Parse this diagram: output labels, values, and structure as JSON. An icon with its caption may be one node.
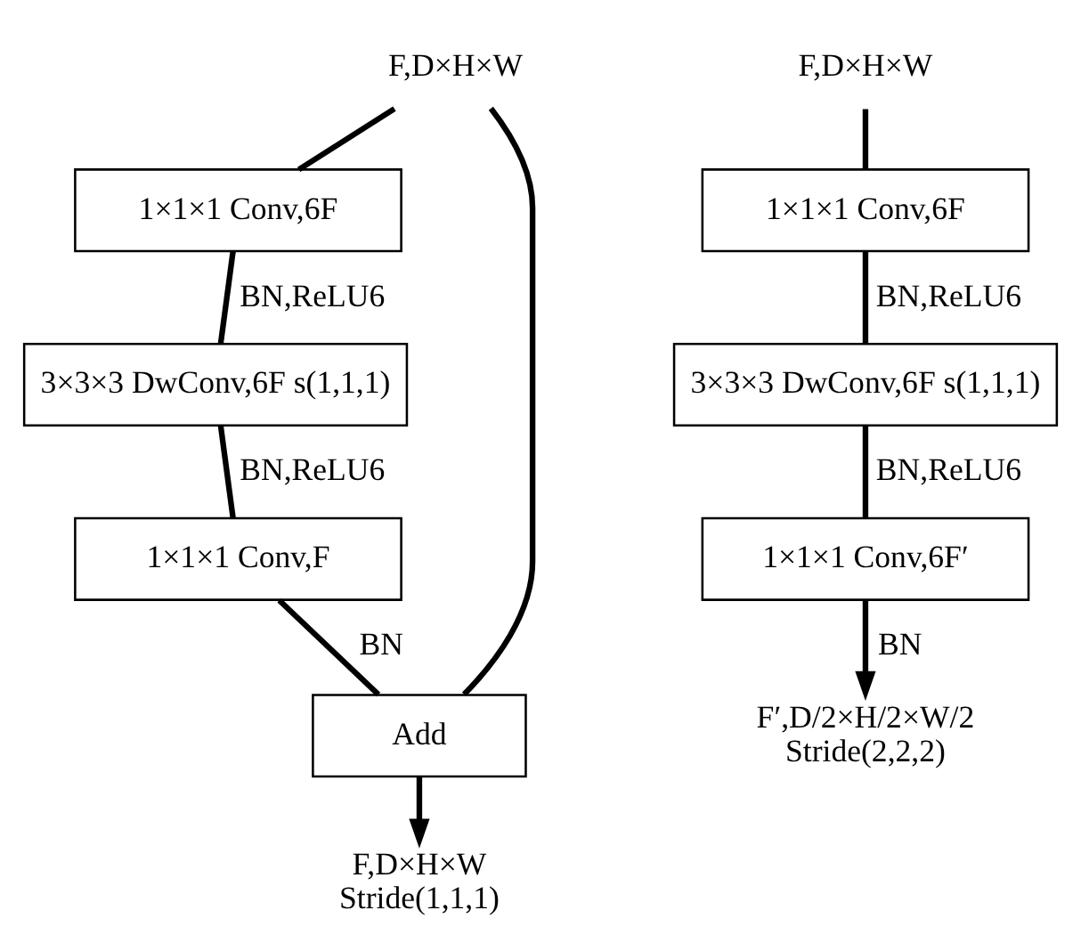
{
  "diagram": {
    "nodes": [
      {
        "text": [
          "F,D×H×W"
        ]
      },
      {
        "text": [
          "1×1×1 Conv,6F"
        ]
      },
      {
        "text": [
          "3×3×3 DwConv,6F s(1,1,1)"
        ]
      },
      {
        "text": [
          "1×1×1 Conv,F"
        ]
      },
      {
        "text": [
          "Add"
        ]
      },
      {
        "text": [
          "F,D×H×W"
        ],
        "beside": [
          "Stride(1,1,1)"
        ]
      },
      {
        "text": [
          "F,D×H×W"
        ]
      },
      {
        "text": [
          "1×1×1 Conv,6F"
        ]
      },
      {
        "text": [
          "3×3×3 DwConv,6F s(1,1,1)"
        ]
      },
      {
        "text": [
          "1×1×1 Conv,6F′"
        ]
      },
      {
        "text": [
          "F′,D/2×H/2×W/2"
        ],
        "beside": [
          "Stride(2,2,2)"
        ]
      }
    ],
    "edges": [
      {
        "from": 0,
        "to": 1,
        "arrow": "none"
      },
      {
        "from": 1,
        "to": 2,
        "arrow": "none",
        "label": "BN,ReLU6"
      },
      {
        "from": 2,
        "to": 3,
        "arrow": "none",
        "label": "BN,ReLU6"
      },
      {
        "from": 3,
        "to": 4,
        "arrow": "none",
        "label": "BN"
      },
      {
        "from": 0,
        "to": 4,
        "arrow": "none"
      },
      {
        "from": 4,
        "to": 5,
        "arrow": "to"
      },
      {
        "from": 6,
        "to": 7,
        "arrow": "none"
      },
      {
        "from": 7,
        "to": 8,
        "arrow": "none",
        "label": "BN,ReLU6"
      },
      {
        "from": 8,
        "to": 9,
        "arrow": "none",
        "label": "BN,ReLU6"
      },
      {
        "from": 9,
        "to": 10,
        "arrow": "to",
        "label": "BN"
      }
    ]
  }
}
